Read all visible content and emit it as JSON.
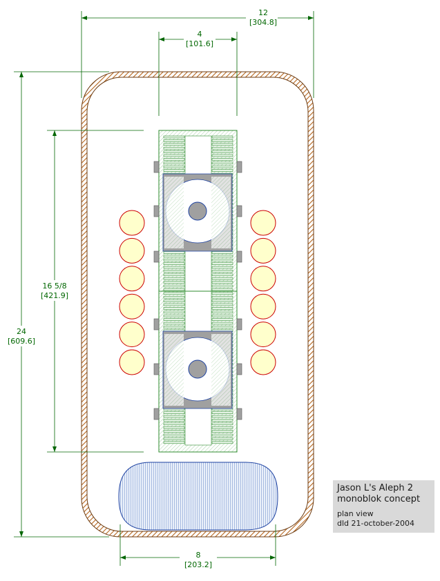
{
  "title_block": {
    "line1": "Jason L's Aleph 2",
    "line2": "monoblok concept",
    "line3": "plan view",
    "line4": "dld 21-october-2004"
  },
  "dimensions": {
    "overall_width": {
      "inches": "12",
      "mm": "[304.8]"
    },
    "heatsink_width": {
      "inches": "4",
      "mm": "[101.6]"
    },
    "heatsink_length": {
      "inches": "16 5/8",
      "mm": "[421.9]"
    },
    "overall_length": {
      "inches": "24",
      "mm": "[609.6]"
    },
    "transformer_width": {
      "inches": "8",
      "mm": "[203.2]"
    }
  },
  "colors": {
    "dimension": "#006600",
    "chassis_hatch": "#b5651d",
    "heatsink_fin": "#2e8b2e",
    "heatsink_fill": "#e8f5e8",
    "device_plate": "#a0a0a0",
    "capacitor_fill": "#ffffcc",
    "capacitor_stroke": "#cc0000",
    "transformer_fill": "#dce6f5",
    "transformer_stroke": "#1a3fa0",
    "title_bg": "#d9d9d9"
  },
  "capacitor_count_per_side": 6
}
